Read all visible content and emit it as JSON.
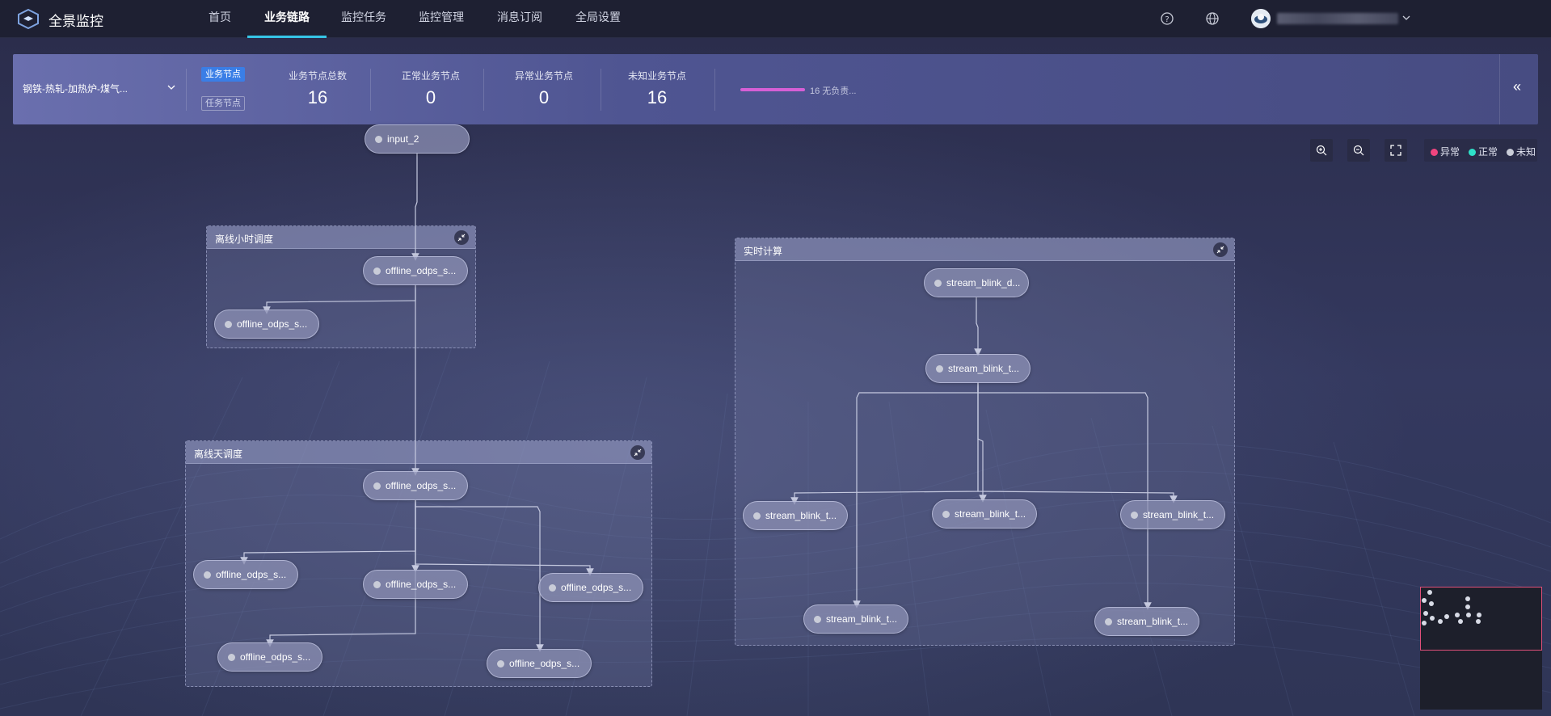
{
  "header": {
    "app_title": "全景监控",
    "nav": [
      {
        "label": "首页",
        "active": false
      },
      {
        "label": "业务链路",
        "active": true
      },
      {
        "label": "监控任务",
        "active": false
      },
      {
        "label": "监控管理",
        "active": false
      },
      {
        "label": "消息订阅",
        "active": false
      },
      {
        "label": "全局设置",
        "active": false
      }
    ],
    "icons": [
      "help-icon",
      "globe-icon",
      "avatar",
      "chevron-down-icon"
    ],
    "accent_color": "#36c5e6"
  },
  "summary": {
    "scope": "钢铁-热轧-加热炉-煤气...",
    "tab_business": "业务节点",
    "tab_task": "任务节点",
    "stats": [
      {
        "label": "业务节点总数",
        "value": "16"
      },
      {
        "label": "正常业务节点",
        "value": "0"
      },
      {
        "label": "异常业务节点",
        "value": "0"
      },
      {
        "label": "未知业务节点",
        "value": "16"
      }
    ],
    "progress_text": "16 无负责...",
    "collapse": "«"
  },
  "legend": {
    "abnormal": "异常",
    "normal": "正常",
    "unknown": "未知",
    "abnormal_color": "#f0457f",
    "normal_color": "#2ee0c8",
    "unknown_color": "#c9ccd8"
  },
  "groups": {
    "hourly": "离线小时调度",
    "daily": "离线天调度",
    "realtime": "实时计算"
  },
  "nodes": {
    "input": "input_2",
    "h1": "offline_odps_s...",
    "h2": "offline_odps_s...",
    "d1": "offline_odps_s...",
    "d2": "offline_odps_s...",
    "d3": "offline_odps_s...",
    "d4": "offline_odps_s...",
    "d5": "offline_odps_s...",
    "d6": "offline_odps_s...",
    "r1": "stream_blink_d...",
    "r2": "stream_blink_t...",
    "r3": "stream_blink_t...",
    "r4": "stream_blink_t...",
    "r5": "stream_blink_t...",
    "r6": "stream_blink_t...",
    "r7": "stream_blink_t..."
  }
}
